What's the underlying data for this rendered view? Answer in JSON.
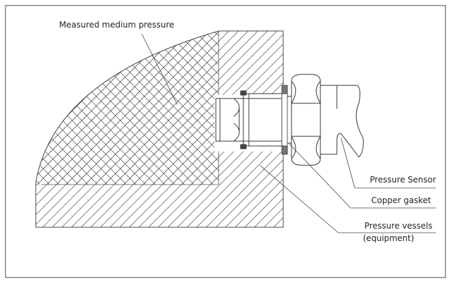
{
  "labels": {
    "measured_medium": "Measured medium pressure",
    "pressure_sensor": "Pressure Sensor",
    "copper_gasket": "Copper gasket",
    "pressure_vessels_line1": "Pressure vessels",
    "pressure_vessels_line2": "(equipment)"
  },
  "colors": {
    "line": "#333333",
    "hatch": "#6a6a6a",
    "frame": "#444444",
    "background": "#ffffff"
  }
}
